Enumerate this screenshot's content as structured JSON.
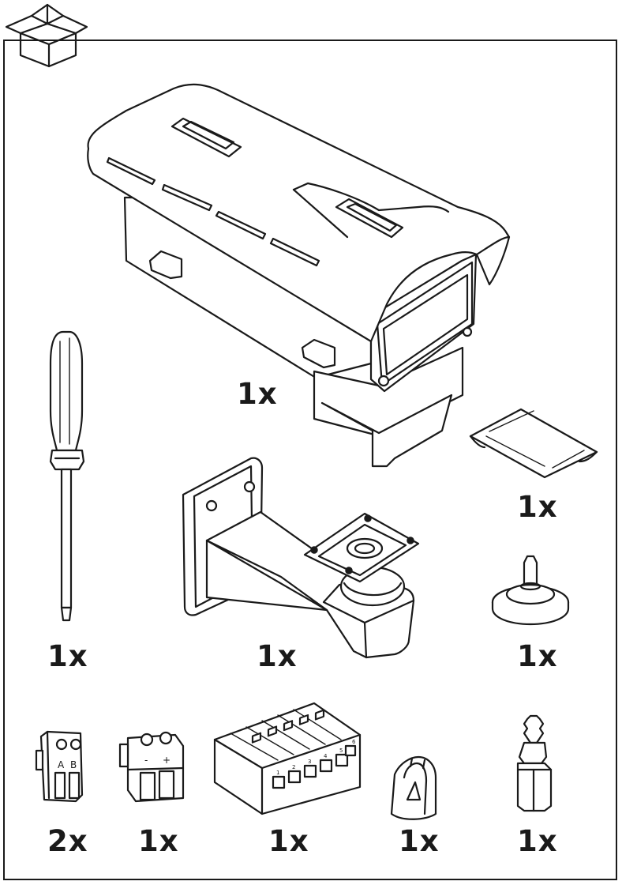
{
  "items": [
    {
      "name": "camera-housing",
      "quantity": "1x"
    },
    {
      "name": "desiccant-bag",
      "quantity": "1x"
    },
    {
      "name": "screwdriver",
      "quantity": "1x"
    },
    {
      "name": "wall-mount-bracket",
      "quantity": "1x"
    },
    {
      "name": "cable-gasket",
      "quantity": "1x"
    },
    {
      "name": "rs485-connector",
      "quantity": "2x",
      "labels": [
        "A",
        "B"
      ]
    },
    {
      "name": "power-connector",
      "quantity": "1x",
      "labels": [
        "-",
        "+"
      ]
    },
    {
      "name": "io-connector-block",
      "quantity": "1x",
      "labels": [
        "1",
        "2",
        "3",
        "4",
        "5",
        "6"
      ]
    },
    {
      "name": "cable-clip",
      "quantity": "1x"
    },
    {
      "name": "torx-bit",
      "quantity": "1x"
    }
  ]
}
